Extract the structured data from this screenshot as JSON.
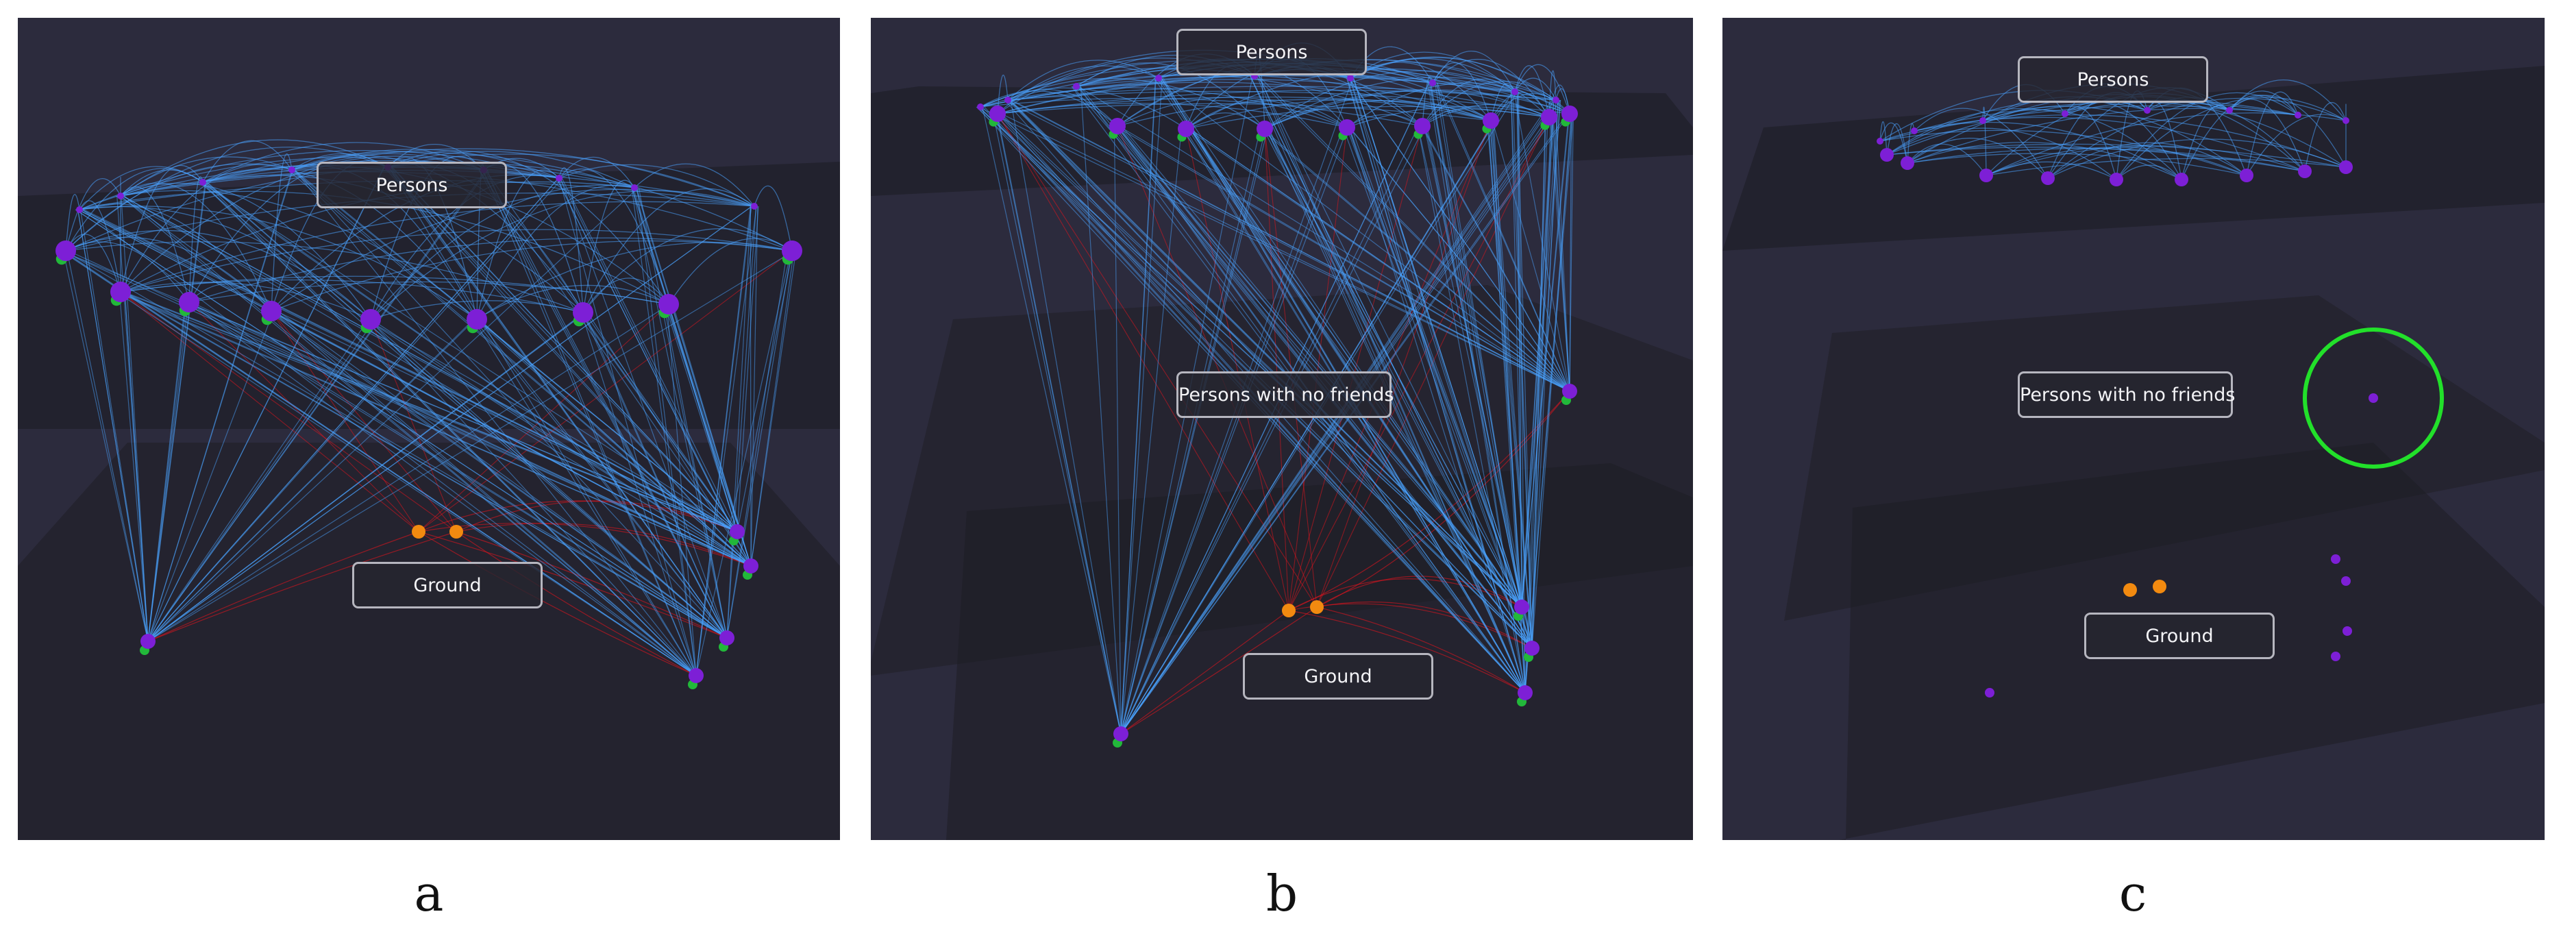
{
  "panels": [
    {
      "caption": "a",
      "labels": {
        "persons": "Persons",
        "ground": "Ground"
      }
    },
    {
      "caption": "b",
      "labels": {
        "persons": "Persons",
        "no_friends": "Persons with no friends",
        "ground": "Ground"
      }
    },
    {
      "caption": "c",
      "labels": {
        "persons": "Persons",
        "no_friends": "Persons with no friends",
        "ground": "Ground"
      }
    }
  ],
  "colors": {
    "background": "#2c2b3d",
    "plane": "#1c1c22",
    "person_node": "#7d1fd6",
    "friend_node": "#22b83a",
    "ground_node": "#f28a10",
    "friend_edge": "#4aa3ff",
    "ground_edge": "#e0141e",
    "highlight_ring": "#22e02a"
  },
  "icons": {
    "person": "purple-sphere",
    "friend": "green-sphere",
    "ground": "orange-sphere",
    "highlight": "green-circle"
  }
}
